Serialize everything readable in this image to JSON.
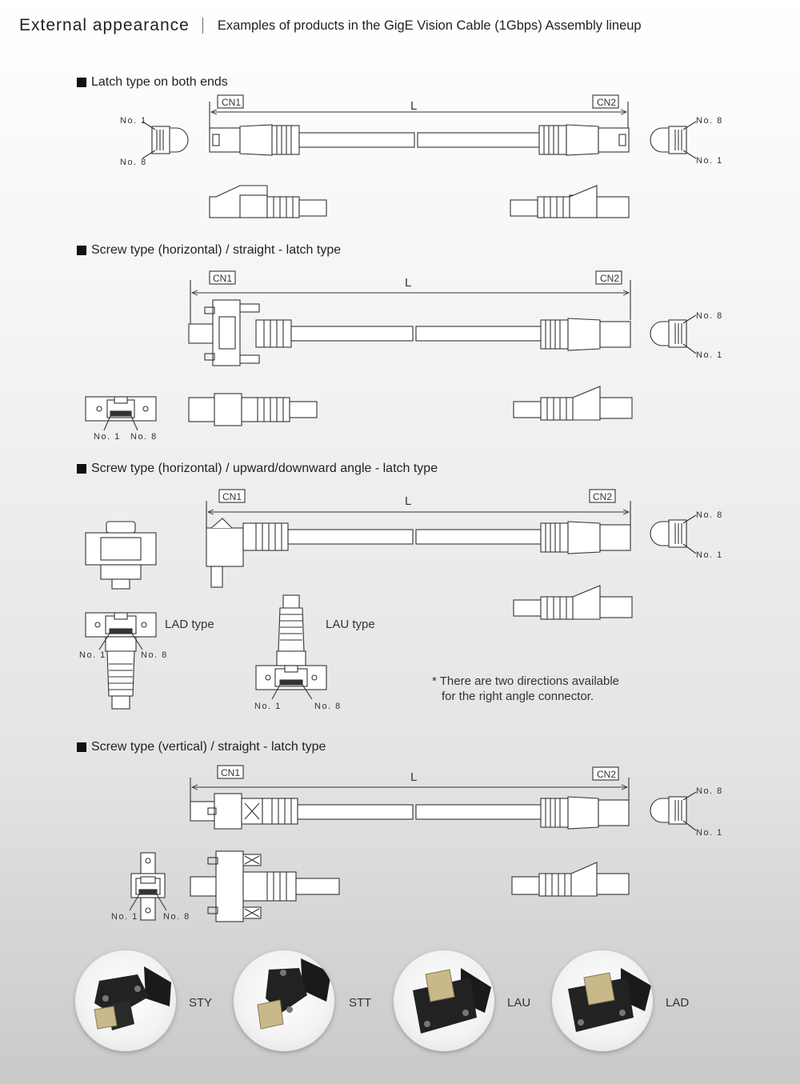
{
  "header": {
    "title": "External appearance",
    "subtitle": "Examples of products in the GigE Vision Cable (1Gbps) Assembly lineup"
  },
  "sections": [
    {
      "title": "Latch type on both ends"
    },
    {
      "title": "Screw type (horizontal) / straight - latch type"
    },
    {
      "title": "Screw type (horizontal) / upward/downward angle - latch type"
    },
    {
      "title": "Screw type (vertical) / straight - latch type"
    }
  ],
  "labels": {
    "cn1": "CN1",
    "cn2": "CN2",
    "length": "L",
    "pin1": "No. 1",
    "pin8": "No. 8",
    "lad_type": "LAD type",
    "lau_type": "LAU type"
  },
  "note": {
    "line1": "* There are two directions available",
    "line2": "for the right angle connector."
  },
  "photos": [
    {
      "label": "STY"
    },
    {
      "label": "STT"
    },
    {
      "label": "LAU"
    },
    {
      "label": "LAD"
    }
  ],
  "colors": {
    "line": "#333333",
    "text": "#222222",
    "connector_body": "#1a1a1a",
    "plug": "#c9b98a"
  }
}
